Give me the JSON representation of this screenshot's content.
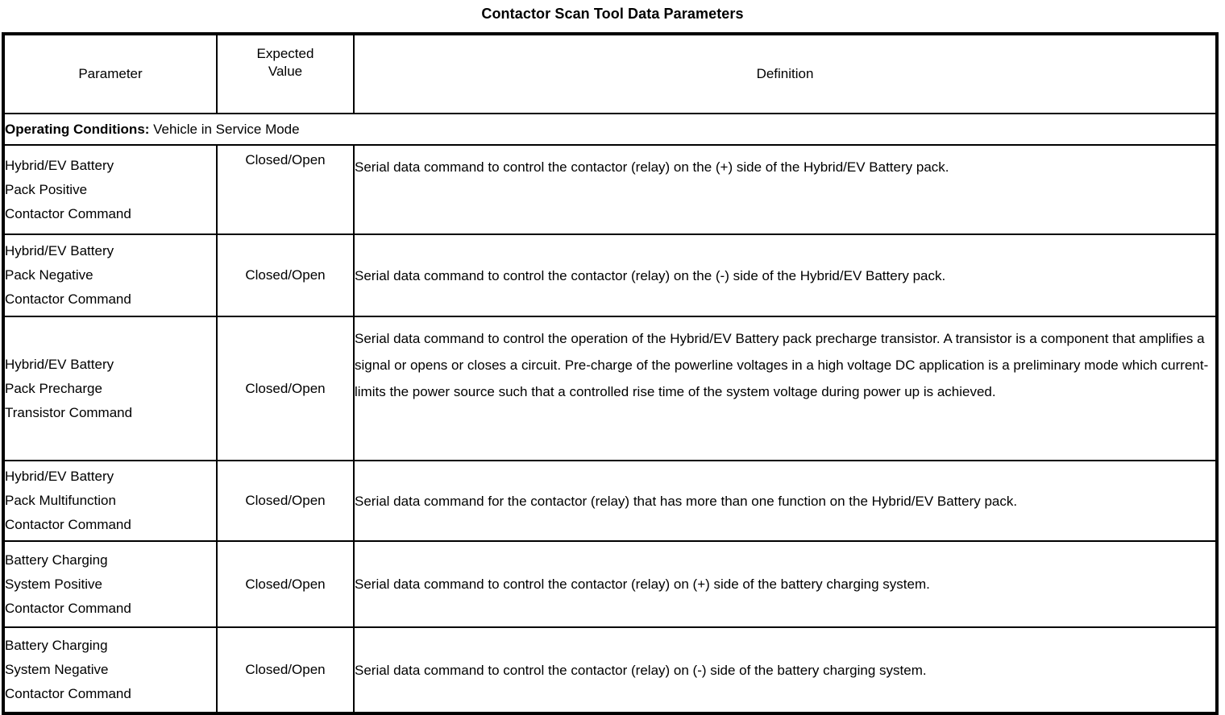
{
  "document": {
    "title": "Contactor Scan Tool Data Parameters"
  },
  "table": {
    "headers": {
      "parameter": "Parameter",
      "expected_value": "Expected\nValue",
      "expected_value_line1": "Expected",
      "expected_value_line2": "Value",
      "definition": "Definition"
    },
    "operating_conditions": {
      "label": "Operating Conditions:",
      "value": " Vehicle in Service Mode"
    },
    "rows": [
      {
        "parameter": "Hybrid/EV Battery\nPack Positive\nContactor Command",
        "expected_value": "Closed/Open",
        "definition": "Serial data command to control the contactor (relay) on the (+) side of the Hybrid/EV Battery pack."
      },
      {
        "parameter": "Hybrid/EV Battery\nPack Negative\nContactor Command",
        "expected_value": "Closed/Open",
        "definition": "Serial data command to control the contactor (relay) on the (-) side of the Hybrid/EV Battery pack."
      },
      {
        "parameter": "Hybrid/EV Battery\nPack Precharge\nTransistor Command",
        "expected_value": "Closed/Open",
        "definition": "Serial data command to control the operation of the Hybrid/EV Battery pack precharge transistor. A transistor is a component that amplifies a signal or opens or closes a circuit. Pre-charge of the powerline voltages in a high voltage DC application is a preliminary mode which current-limits the power source such that a controlled rise time of the system voltage during power up is achieved."
      },
      {
        "parameter": "Hybrid/EV Battery\nPack Multifunction\nContactor Command",
        "expected_value": "Closed/Open",
        "definition": "Serial data command for the contactor (relay) that has more than one function on the Hybrid/EV Battery pack."
      },
      {
        "parameter": "Battery Charging\nSystem Positive\nContactor Command",
        "expected_value": "Closed/Open",
        "definition": "Serial data command to control the contactor (relay) on (+) side of the battery charging system."
      },
      {
        "parameter": "Battery Charging\nSystem Negative\nContactor Command",
        "expected_value": "Closed/Open",
        "definition": "Serial data command to control the contactor (relay) on (-) side of the battery charging system."
      }
    ]
  },
  "colors": {
    "text": "#000000",
    "background": "#ffffff",
    "border": "#000000"
  }
}
